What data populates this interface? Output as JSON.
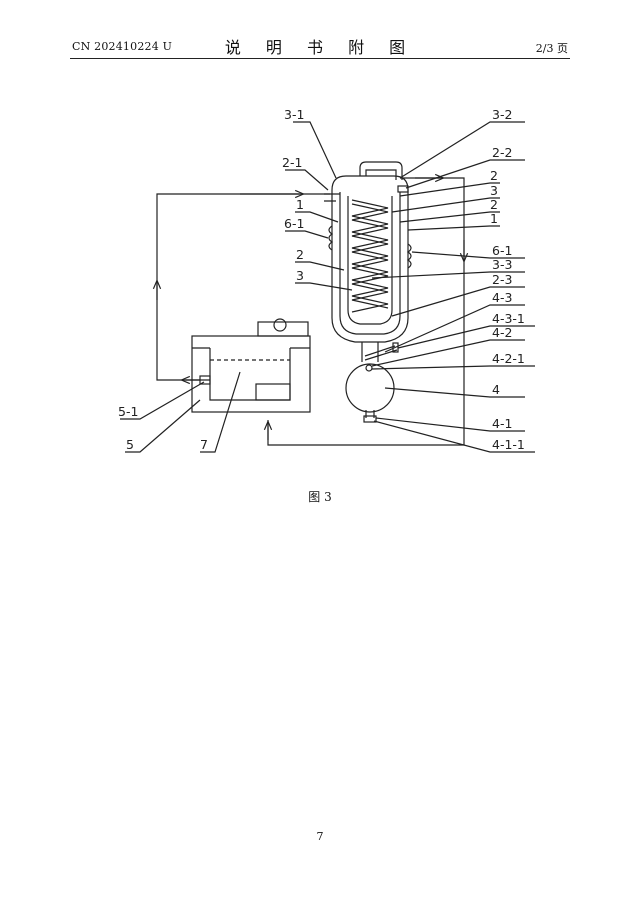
{
  "header": {
    "doc_number": "CN 202410224 U",
    "title": "说 明 书 附 图",
    "page_of": "2/3 页"
  },
  "figure": {
    "caption": "图 3",
    "labels": {
      "l_3_1": "3-1",
      "l_2_1": "2-1",
      "l_1_left": "1",
      "l_6_1_left": "6-1",
      "l_2_left": "2",
      "l_3_left": "3",
      "l_5_1": "5-1",
      "l_5": "5",
      "l_7": "7",
      "l_3_2": "3-2",
      "l_2_2": "2-2",
      "l_2_r1": "2",
      "l_3_r": "3",
      "l_2_r2": "2",
      "l_1_r": "1",
      "l_6_1_right": "6-1",
      "l_3_3": "3-3",
      "l_2_3": "2-3",
      "l_4_3": "4-3",
      "l_4_3_1": "4-3-1",
      "l_4_2": "4-2",
      "l_4_2_1": "4-2-1",
      "l_4": "4",
      "l_4_1": "4-1",
      "l_4_1_1": "4-1-1"
    }
  },
  "footer": {
    "page_number": "7"
  }
}
